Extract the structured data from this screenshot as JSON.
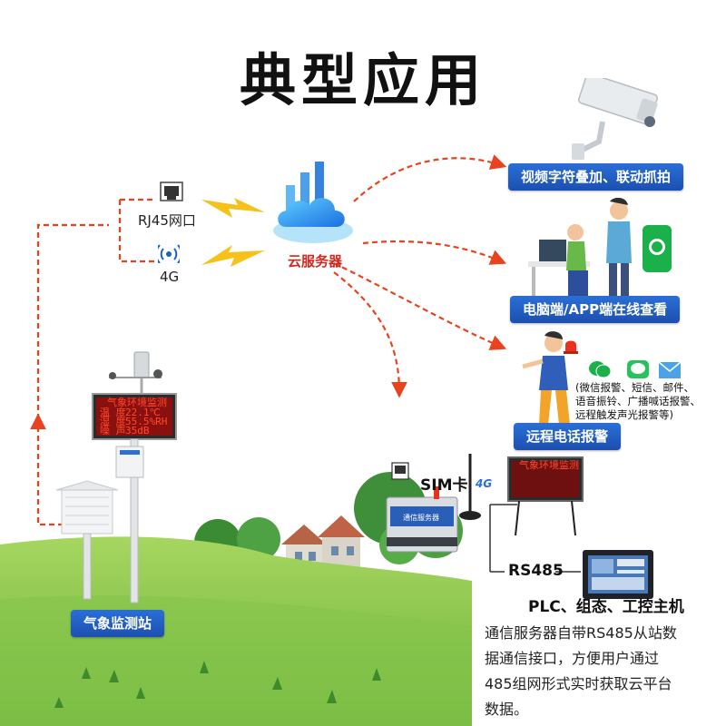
{
  "title": "典型应用",
  "labels": {
    "rj45": "RJ45网口",
    "g4": "4G",
    "cloud": "云服务器",
    "sim": "SIM卡",
    "rs485": "RS485",
    "weather_station": "气象监测站",
    "video": "视频字符叠加、联动抓拍",
    "pc_app": "电脑端/APP端在线查看",
    "phone_alarm": "远程电话报警",
    "plc": "PLC、组态、工控主机",
    "router_4g": "4G"
  },
  "alarm_note": [
    "(微信报警、短信、邮件、",
    "语音振铃、广播喊话报警、",
    "远程触发声光报警等)"
  ],
  "description": [
    "通信服务器自带RS485从站数",
    "据通信接口，方便用户通过",
    "485组网形式实时获取云平台",
    "数据。"
  ],
  "led_station": {
    "header": "气象环境监测",
    "rows": [
      {
        "name": "温 度",
        "value": "22.1℃"
      },
      {
        "name": "湿 度",
        "value": "55.5%RH"
      },
      {
        "name": "噪 声",
        "value": "35dB"
      }
    ]
  },
  "led_remote_header": "气象环境监测",
  "device_text": "通信服务器",
  "colors": {
    "accent_blue": "#1f5fc4",
    "arrow_red": "#e8421e",
    "cloud_label_red": "#d3281f",
    "led_red": "#ff4a2a",
    "grass_green": "#7fc247"
  },
  "icons": [
    "ethernet-port-icon",
    "wireless-signal-icon",
    "cloud-server-icon",
    "lightning-icon",
    "camera-icon",
    "wechat-icon",
    "message-icon",
    "mail-icon",
    "alarm-light-icon",
    "antenna-icon"
  ]
}
